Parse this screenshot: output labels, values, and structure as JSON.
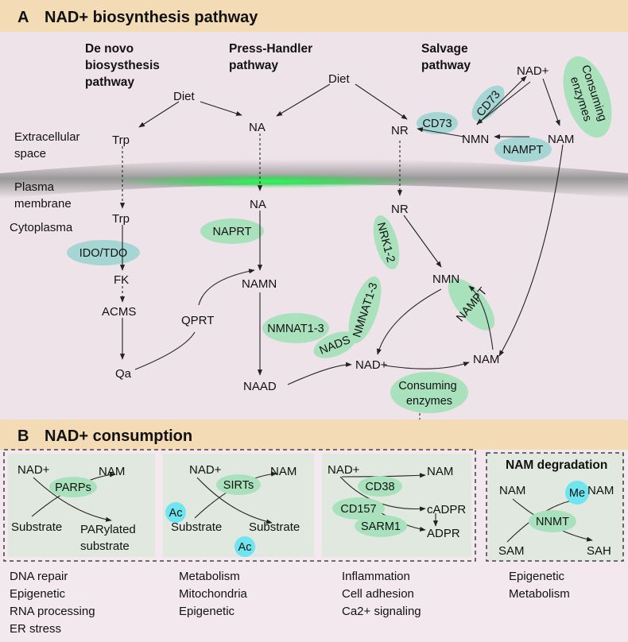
{
  "sectionA": {
    "letter": "A",
    "title": "NAD+ biosynthesis pathway",
    "col_denovo": [
      "De novo",
      "biosysthesis",
      "pathway"
    ],
    "col_press": [
      "Press-Handler",
      "pathway"
    ],
    "col_salvage": [
      "Salvage",
      "pathway"
    ],
    "region_extracellular": [
      "Extracellular",
      "space"
    ],
    "region_membrane": [
      "Plasma",
      "membrane"
    ],
    "region_cytoplasm": "Cytoplasma",
    "diet_left": "Diet",
    "diet_mid": "Diet",
    "trp_out": "Trp",
    "trp_in": "Trp",
    "fk": "FK",
    "acms": "ACMS",
    "qa": "Qa",
    "qprt": "QPRT",
    "na_out": "NA",
    "na_in": "NA",
    "namn": "NAMN",
    "naad": "NAAD",
    "nr_out": "NR",
    "nr_in": "NR",
    "nmn_out": "NMN",
    "nmn_in": "NMN",
    "nad_out": "NAD+",
    "nad_in": "NAD+",
    "nam_out": "NAM",
    "nam_in": "NAM",
    "enz_ido": "IDO/TDO",
    "enz_naprt": "NAPRT",
    "enz_nmnat_a": "NMNAT1-3",
    "enz_nads": "NADS",
    "enz_nrk": "NRK1-2",
    "enz_nmnat_b": "NMNAT1-3",
    "enz_nampt_in": "NAMPT",
    "enz_nampt_out": "NAMPT",
    "enz_cd73_a": "CD73",
    "enz_cd73_b": "CD73",
    "consuming_out": [
      "Consuming",
      "enzymes"
    ],
    "consuming_in": [
      "Consuming",
      "enzymes"
    ]
  },
  "sectionB": {
    "letter": "B",
    "title": "NAD+ consumption",
    "panel1": {
      "nad": "NAD+",
      "nam": "NAM",
      "enzyme": "PARPs",
      "substrate": "Substrate",
      "product": [
        "PARylated",
        "substrate"
      ],
      "functions": [
        "DNA repair",
        "Epigenetic",
        "RNA processing",
        "ER stress"
      ]
    },
    "panel2": {
      "nad": "NAD+",
      "nam": "NAM",
      "enzyme": "SIRTs",
      "substrate": "Substrate",
      "product": "Substrate",
      "ac_in": "Ac",
      "ac_out": "Ac",
      "functions": [
        "Metabolism",
        "Mitochondria",
        "Epigenetic"
      ]
    },
    "panel3": {
      "nad": "NAD+",
      "nam": "NAM",
      "enzyme_cd38": "CD38",
      "enzyme_cd157": "CD157",
      "enzyme_sarm1": "SARM1",
      "cadpr": "cADPR",
      "adpr": "ADPR",
      "functions": [
        "Inflammation",
        "Cell adhesion",
        "Ca2+ signaling"
      ]
    },
    "panel4": {
      "title": "NAM degradation",
      "nam_in": "NAM",
      "nam_out": "NAM",
      "me": "Me",
      "enzyme": "NNMT",
      "sam": "SAM",
      "sah": "SAH",
      "functions": [
        "Epigenetic",
        "Metabolism"
      ]
    }
  },
  "colors": {
    "banner": "#f2dbb5",
    "panel_a": "#efe3ea",
    "panel_b": "#e1e8e0",
    "enzyme_green": "#a9e1bd",
    "enzyme_teal": "#a6d6d4",
    "acetyl_cyan": "#6fe5ef"
  }
}
